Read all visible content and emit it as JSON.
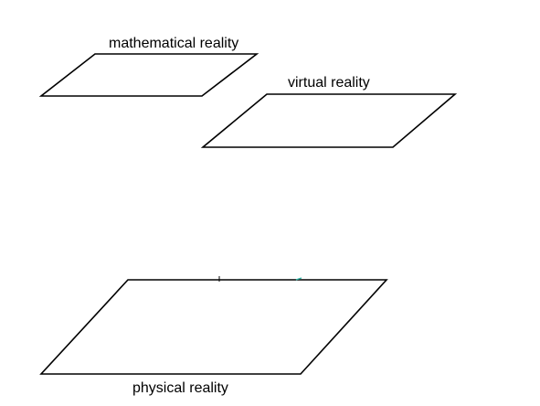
{
  "planes": {
    "mathematical": {
      "label": "mathematical reality"
    },
    "virtual": {
      "label": "virtual reality"
    },
    "physical": {
      "label": "physical reality"
    }
  },
  "colors": {
    "stroke": "#000000",
    "accent_mark": "#2bb3a3",
    "background": "#ffffff"
  }
}
